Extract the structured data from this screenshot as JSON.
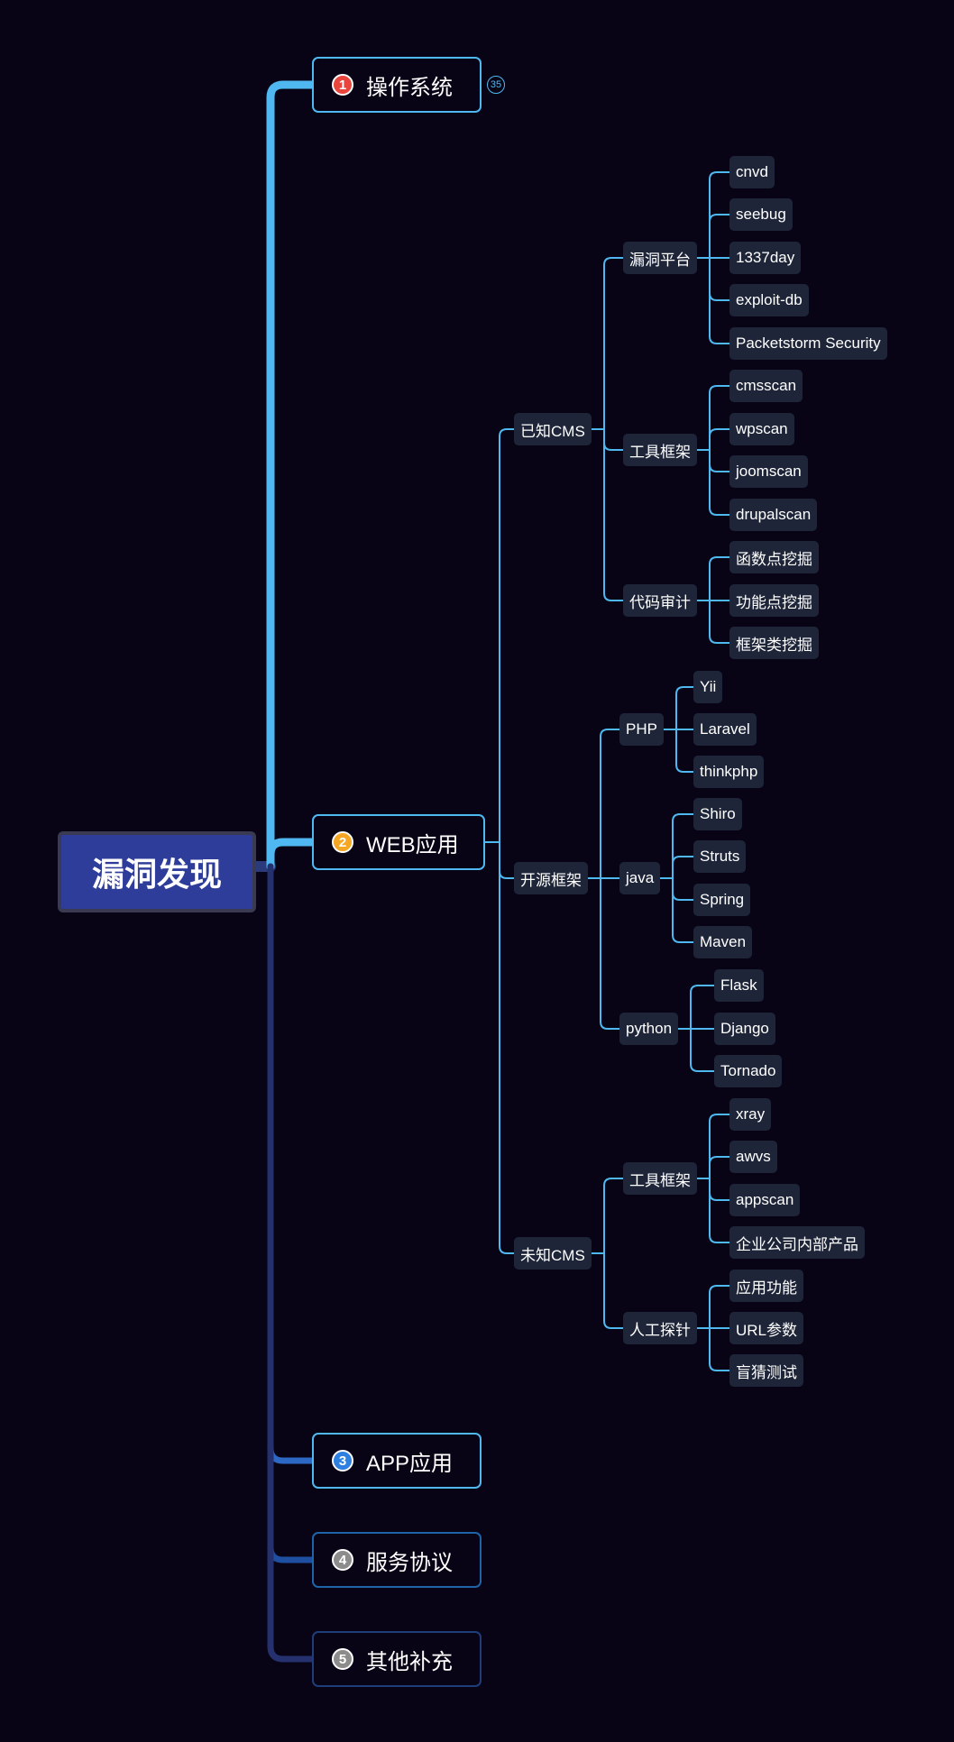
{
  "root": {
    "label": "漏洞发现"
  },
  "colors": {
    "background": "#080416",
    "branch": "#4fb8f0",
    "root_fill": "#2f3d9a"
  },
  "branches": [
    {
      "label": "操作系统",
      "badge": "1",
      "badge_color": "#e8453c",
      "collapsed_count": "35"
    },
    {
      "label": "WEB应用",
      "badge": "2",
      "badge_color": "#f5a623"
    },
    {
      "label": "APP应用",
      "badge": "3",
      "badge_color": "#2d7fe0"
    },
    {
      "label": "服务协议",
      "badge": "4",
      "badge_color": "#8c8c8c"
    },
    {
      "label": "其他补充",
      "badge": "5",
      "badge_color": "#8c8c8c"
    }
  ],
  "web": {
    "known_cms": {
      "label": "已知CMS",
      "vuln_platform": {
        "label": "漏洞平台",
        "items": [
          "cnvd",
          "seebug",
          "1337day",
          "exploit-db",
          "Packetstorm Security"
        ]
      },
      "tool_framework": {
        "label": "工具框架",
        "items": [
          "cmsscan",
          "wpscan",
          "joomscan",
          "drupalscan"
        ]
      },
      "code_audit": {
        "label": "代码审计",
        "items": [
          "函数点挖掘",
          "功能点挖掘",
          "框架类挖掘"
        ]
      }
    },
    "open_framework": {
      "label": "开源框架",
      "php": {
        "label": "PHP",
        "items": [
          "Yii",
          "Laravel",
          "thinkphp"
        ]
      },
      "java": {
        "label": "java",
        "items": [
          "Shiro",
          "Struts",
          "Spring",
          "Maven"
        ]
      },
      "python": {
        "label": "python",
        "items": [
          "Flask",
          "Django",
          "Tornado"
        ]
      }
    },
    "unknown_cms": {
      "label": "未知CMS",
      "tool_framework": {
        "label": "工具框架",
        "items": [
          "xray",
          "awvs",
          "appscan",
          "企业公司内部产品"
        ]
      },
      "manual": {
        "label": "人工探针",
        "items": [
          "应用功能",
          "URL参数",
          "盲猜测试"
        ]
      }
    }
  }
}
